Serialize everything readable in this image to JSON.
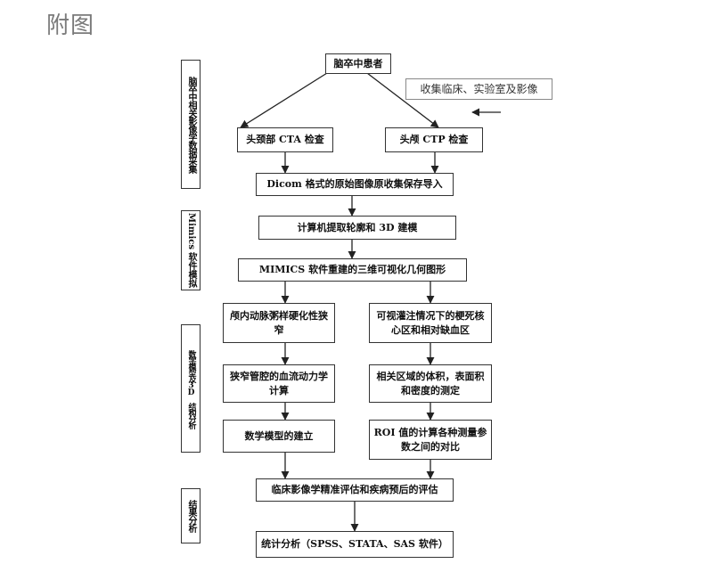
{
  "title": "附图",
  "side_labels": {
    "s1": "脑卒中相关影像学数据采集",
    "s2": "Mimics 软件模拟",
    "s3": "数学模型及3D 结构分析",
    "s4": "结果分析"
  },
  "nodes": {
    "patient": "脑卒中患者",
    "collect_note": "收集临床、实验室及影像",
    "cta": "头颈部 CTA 检查",
    "ctp": "头颅 CTP 检查",
    "dicom": "Dicom 格式的原始图像原收集保存导入",
    "extract": "计算机提取轮廓和 3D 建模",
    "mimics": "MIMICS 软件重建的三维可视化几何图形",
    "stenosis": "颅内动脉粥样硬化性狭窄",
    "infarct": "可视灌注情况下的梗死核心区和相对缺血区",
    "hemodynamics": "狭窄管腔的血流动力学计算",
    "volume": "相关区域的体积，表面积和密度的测定",
    "math_model": "数学模型的建立",
    "roi": "ROI 值的计算各种测量参数之间的对比",
    "clinical": "临床影像学精准评估和疾病预后的评估",
    "stats": "统计分析（SPSS、STATA、SAS 软件）"
  }
}
